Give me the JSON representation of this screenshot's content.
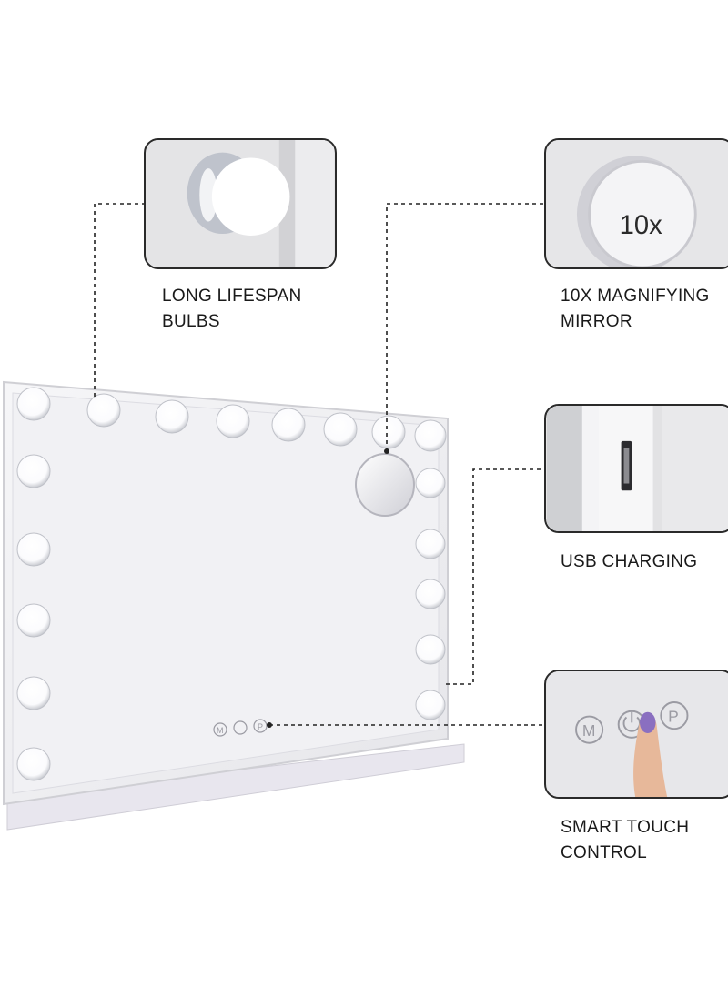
{
  "features": {
    "bulbs": {
      "line1": "LONG LIFESPAN",
      "line2": "BULBS"
    },
    "mirror": {
      "line1": "10X MAGNIFYING",
      "line2": "MIRROR",
      "badge": "10x"
    },
    "usb": {
      "line1": "USB CHARGING"
    },
    "touch": {
      "line1": "SMART TOUCH",
      "line2": "CONTROL",
      "buttons": [
        "M",
        "P"
      ]
    }
  },
  "colors": {
    "frame": "#e9e9ee",
    "bulb": "#ffffff",
    "leader_line": "#222222",
    "nail": "#8a6fc0",
    "finger": "#e7b89a"
  },
  "icons": [
    "power-icon",
    "mode-icon",
    "preset-icon",
    "usb-port-icon"
  ]
}
